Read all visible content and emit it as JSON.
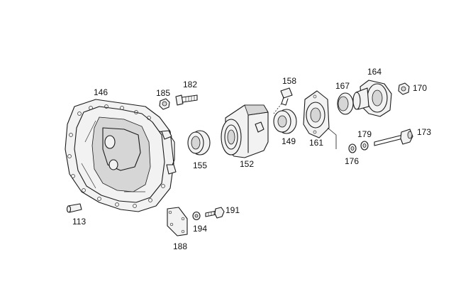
{
  "callouts": {
    "c146": "146",
    "c185": "185",
    "c182": "182",
    "c158": "158",
    "c167": "167",
    "c164": "164",
    "c170": "170",
    "c179": "179",
    "c173": "173",
    "c149": "149",
    "c161": "161",
    "c176": "176",
    "c155": "155",
    "c152": "152",
    "c191": "191",
    "c194": "194",
    "c188": "188",
    "c113": "113"
  }
}
